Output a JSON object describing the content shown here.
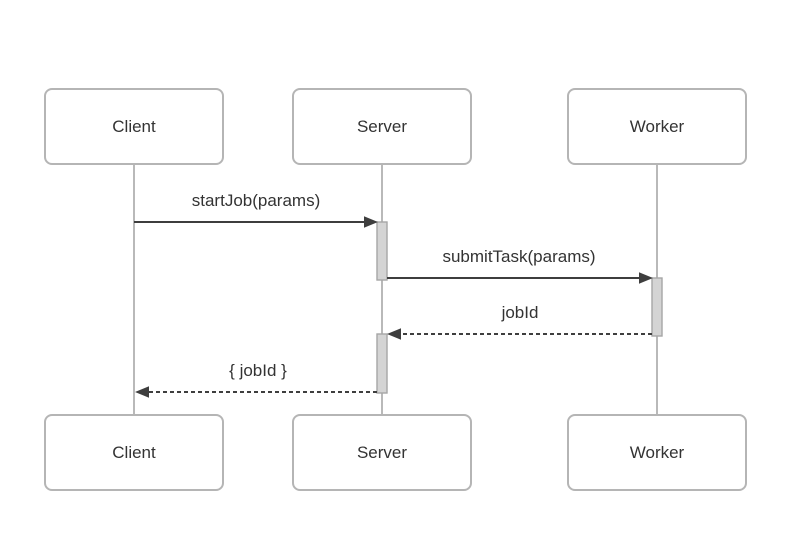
{
  "diagram": {
    "type": "uml-sequence",
    "participants": [
      {
        "name": "Client"
      },
      {
        "name": "Server"
      },
      {
        "name": "Worker"
      }
    ],
    "messages": [
      {
        "label": "startJob(params)",
        "from": "Client",
        "to": "Server",
        "line": "solid"
      },
      {
        "label": "submitTask(params)",
        "from": "Server",
        "to": "Worker",
        "line": "solid"
      },
      {
        "label": "jobId",
        "from": "Worker",
        "to": "Server",
        "line": "dashed"
      },
      {
        "label": "{ jobId }",
        "from": "Server",
        "to": "Client",
        "line": "dashed"
      }
    ],
    "activations": [
      {
        "participant": "Server",
        "from_message": "startJob(params)",
        "to_message": "submitTask(params)"
      },
      {
        "participant": "Worker",
        "from_message": "submitTask(params)",
        "to_message": "jobId"
      },
      {
        "participant": "Server",
        "from_message": "jobId",
        "to_message": "{ jobId }"
      }
    ],
    "colors": {
      "background": "#ffffff",
      "box_border": "#b5b5b5",
      "box_fill": "#ffffff",
      "text": "#333333",
      "lifeline": "#b9b9b9",
      "activation_fill": "#d4d4d4",
      "activation_border": "#a6a6a6",
      "arrow": "#3e3e3e"
    }
  }
}
